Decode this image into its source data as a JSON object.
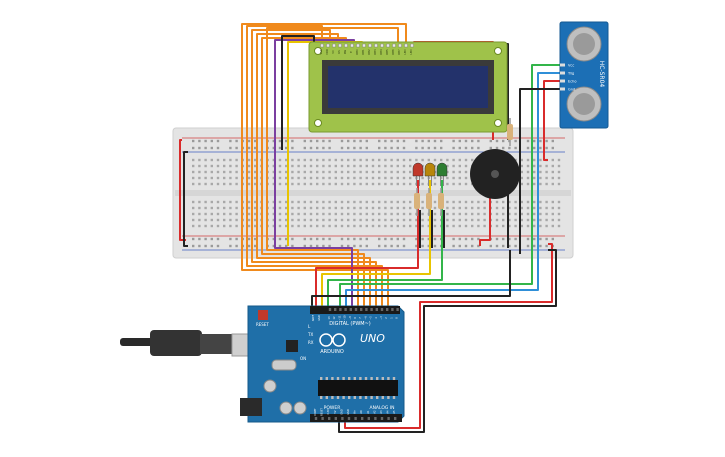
{
  "lcd": {
    "pin_labels": [
      "VSS",
      "VDD",
      "V0",
      "RS",
      "RW",
      "E",
      "DB0",
      "DB1",
      "DB2",
      "DB3",
      "DB4",
      "DB5",
      "DB6",
      "DB7",
      "LED",
      "LED"
    ]
  },
  "sensor": {
    "model": "HC-SR04",
    "pins": [
      "Vcc",
      "Trig",
      "Echo",
      "Gnd"
    ]
  },
  "arduino": {
    "brand": "ARDUINO",
    "model": "UNO",
    "digital_label": "DIGITAL (PWM~)",
    "power_label": "POWER",
    "analog_label": "ANALOG IN",
    "reset_label": "RESET",
    "aref_label": "AREF",
    "gnd_label": "GND",
    "tx_label": "TX",
    "rx_label": "RX",
    "l_label": "L",
    "on_label": "ON",
    "digital_pins": [
      "13",
      "12",
      "~11",
      "~10",
      "~9",
      "8",
      "7",
      "~6",
      "~5",
      "4",
      "~3",
      "2",
      "1",
      "0"
    ],
    "power_pins": [
      "IOREF",
      "RESET",
      "3.3V",
      "5V",
      "GND",
      "GND",
      "Vin"
    ],
    "analog_pins": [
      "A0",
      "A1",
      "A2",
      "A3",
      "A4",
      "A5"
    ]
  },
  "leds": [
    {
      "color": "#c0392b"
    },
    {
      "color": "#b8860b"
    },
    {
      "color": "#2e7d32"
    }
  ],
  "colors": {
    "orange": "#f08a1c",
    "purple": "#7b3fa0",
    "yellow": "#e8c400",
    "red": "#d92b2b",
    "black": "#222222",
    "green": "#33b54a",
    "blue": "#2f8fd8",
    "board": "#1f6fa8",
    "breadboard": "#e4e4e4",
    "lcd_pcb": "#9fc24a",
    "lcd_screen": "#23326b"
  }
}
